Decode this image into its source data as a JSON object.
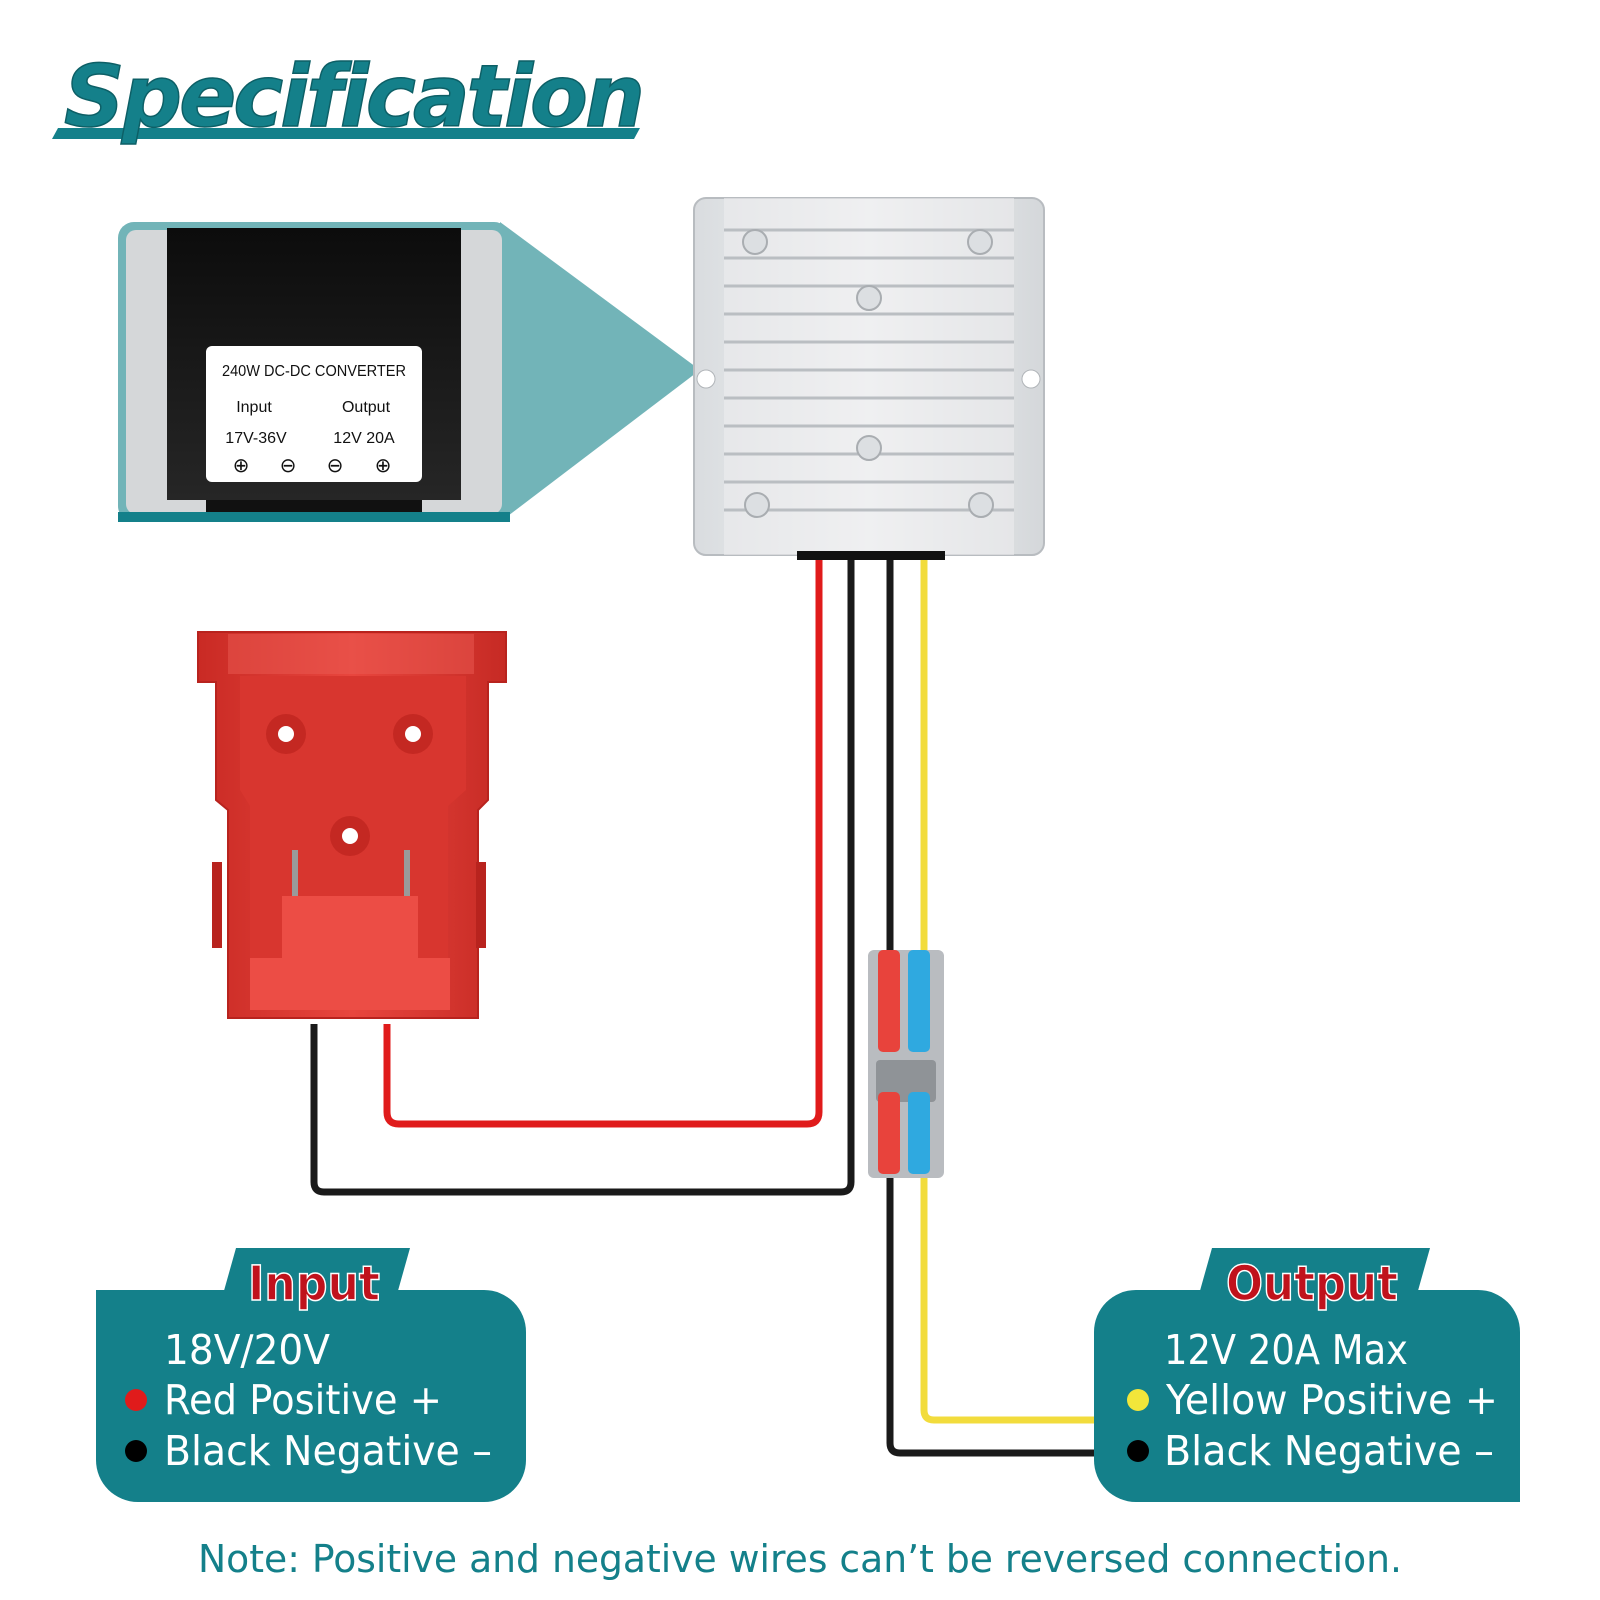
{
  "title": "Specification",
  "label_card": {
    "line1": "240W DC-DC CONVERTER",
    "input_label": "Input",
    "output_label": "Output",
    "input_value": "17V-36V",
    "output_value": "12V 20A",
    "terminal_symbols": [
      "⊕",
      "⊖",
      "⊖",
      "⊕"
    ]
  },
  "input_box": {
    "heading": "Input",
    "voltage": "18V/20V",
    "positive": "Red Positive +",
    "negative": "Black Negative –"
  },
  "output_box": {
    "heading": "Output",
    "voltage": "12V 20A Max",
    "positive": "Yellow Positive +",
    "negative": "Black Negative –"
  },
  "note": "Note: Positive and negative wires can’t be reversed connection.",
  "colors": {
    "teal": "#14808a",
    "teal_light": "#72b4b8",
    "heading_red": "#c0121c",
    "wire_red": "#e01b1b",
    "wire_black": "#1a1a1a",
    "wire_yellow": "#f2dc3c",
    "adapter_red": "#e03a33",
    "connector_blue": "#2fa9e0"
  },
  "icons": {
    "red_dot": "red-dot-icon",
    "black_dot": "black-dot-icon",
    "yellow_dot": "yellow-dot-icon"
  }
}
